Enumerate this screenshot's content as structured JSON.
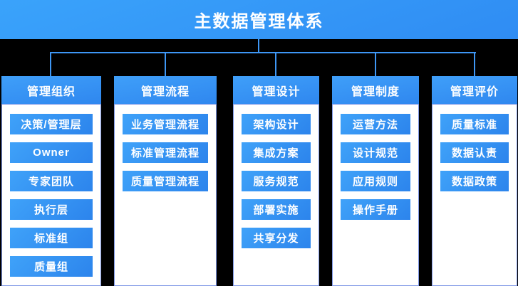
{
  "title": "主数据管理体系",
  "colors": {
    "page_background": "#000000",
    "banner_blue_top": "#3aa3fb",
    "banner_blue_bottom": "#2f8cf3",
    "connector_blue": "#3e97f5",
    "box_blue_light": "#3fa2f9",
    "box_blue_dark": "#2c84ec",
    "panel_white": "#ffffff",
    "panel_border": "#7e97e6",
    "text_white": "#ffffff"
  },
  "columns": [
    {
      "id": "organization",
      "title": "管理组织",
      "items": [
        "决策/管理层",
        "Owner",
        "专家团队",
        "执行层",
        "标准组",
        "质量组"
      ]
    },
    {
      "id": "process",
      "title": "管理流程",
      "items": [
        "业务管理流程",
        "标准管理流程",
        "质量管理流程"
      ]
    },
    {
      "id": "design",
      "title": "管理设计",
      "items": [
        "架构设计",
        "集成方案",
        "服务规范",
        "部署实施",
        "共享分发"
      ]
    },
    {
      "id": "rules",
      "title": "管理制度",
      "items": [
        "运营方法",
        "设计规范",
        "应用规则",
        "操作手册"
      ]
    },
    {
      "id": "evaluation",
      "title": "管理评价",
      "items": [
        "质量标准",
        "数据认责",
        "数据政策"
      ]
    }
  ]
}
